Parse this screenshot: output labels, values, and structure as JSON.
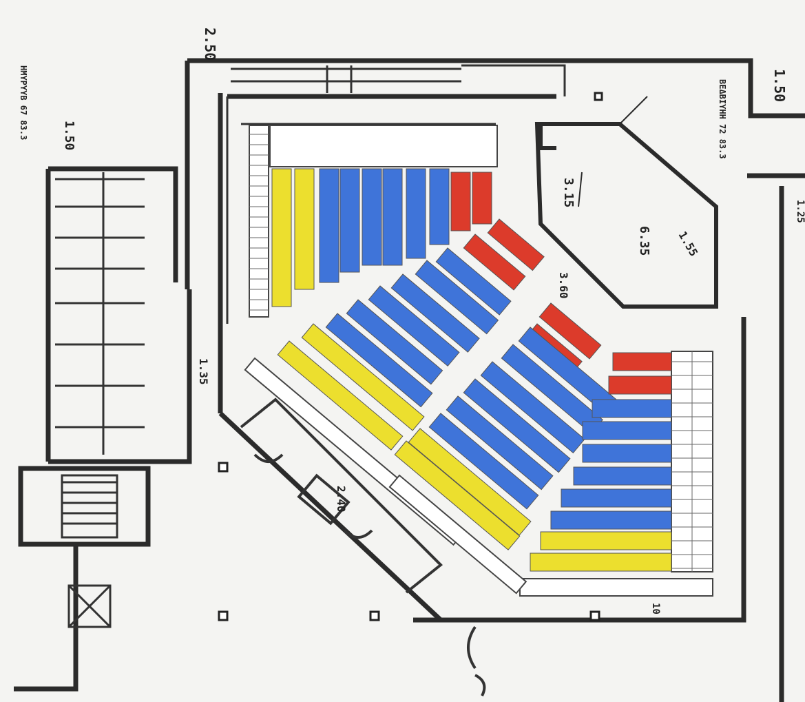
{
  "colors": {
    "wall": "#2b2b2b",
    "background": "#f4f4f2",
    "seat_outline": "#444444",
    "yellow": "#ecdf2e",
    "blue": "#3f74d9",
    "red": "#dc3b2b"
  },
  "dimensions": {
    "d_top": "2.50",
    "d_right_top": "1.50",
    "d_left_stair": "1.50",
    "d_room_315": "3.15",
    "d_room_635": "6.35",
    "d_room_155": "1.55",
    "d_aisle_360": "3.60",
    "d_corridor_135": "1.35",
    "d_stage_240": "2.40",
    "d_bottom_10": "10",
    "d_right_edge_125": "1.25"
  },
  "rotated_notes": {
    "left_note": "ΗΜΥΡΥΥΒ 67 83.3",
    "right_note": "ΒΕΔΒΙΥΗΗ 72 83.3"
  },
  "seat_groups": [
    {
      "name": "wing-1-row-a",
      "color": "yellow"
    },
    {
      "name": "wing-1-row-b",
      "color": "yellow"
    },
    {
      "name": "wing-1-row-c",
      "color": "blue"
    },
    {
      "name": "wing-1-row-d",
      "color": "blue"
    },
    {
      "name": "wing-1-row-e",
      "color": "blue"
    },
    {
      "name": "wing-1-row-f",
      "color": "red"
    },
    {
      "name": "wing-3-row-a",
      "color": "yellow"
    },
    {
      "name": "wing-3-row-b",
      "color": "yellow"
    },
    {
      "name": "wing-3-row-c",
      "color": "blue"
    },
    {
      "name": "wing-3-row-d",
      "color": "blue"
    },
    {
      "name": "wing-3-row-e",
      "color": "red"
    }
  ]
}
